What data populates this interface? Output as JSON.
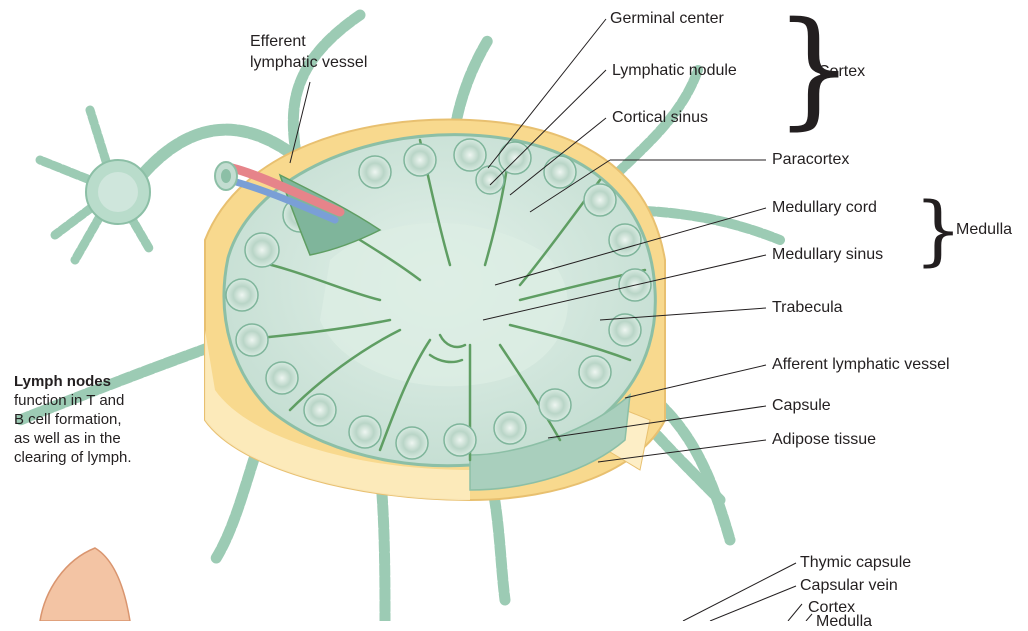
{
  "labels": {
    "efferent_line1": "Efferent",
    "efferent_line2": "lymphatic vessel",
    "germinal_center": "Germinal center",
    "lymphatic_nodule": "Lymphatic nodule",
    "cortical_sinus": "Cortical sinus",
    "cortex_group": "Cortex",
    "paracortex": "Paracortex",
    "medullary_cord": "Medullary cord",
    "medullary_sinus": "Medullary sinus",
    "medulla_group": "Medulla",
    "trabecula": "Trabecula",
    "afferent": "Afferent lymphatic vessel",
    "capsule": "Capsule",
    "adipose": "Adipose tissue",
    "thymic_capsule": "Thymic capsule",
    "capsular_vein": "Capsular vein",
    "thymus_cortex": "Cortex",
    "thymus_medulla": "Medulla"
  },
  "caption": {
    "title": "Lymph nodes",
    "line1": "function in T and",
    "line2": "B cell formation,",
    "line3": "as well as in the",
    "line4": "clearing of lymph."
  },
  "colors": {
    "tissue": "#cfe6dc",
    "tissue_dark": "#8cbfa6",
    "trabecula": "#5f9e63",
    "fat": "#f8d98e",
    "fat_light": "#fdeec6",
    "artery": "#e6848a",
    "vein": "#7a9fd6"
  }
}
